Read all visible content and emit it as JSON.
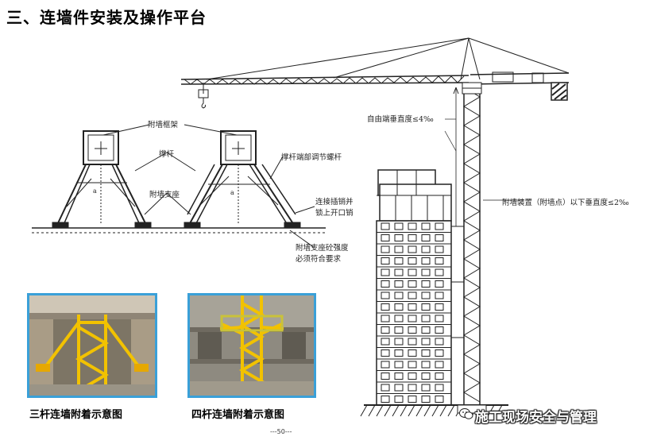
{
  "page_title": "三、连墙件安装及操作平台",
  "labels": {
    "wall_frame": "附墙框架",
    "strut": "撑杆",
    "wall_support": "附墙支座",
    "strut_adjust_bolt": "撑杆端部调节螺杆",
    "connect_pin_line1": "连接插销并",
    "connect_pin_line2": "锁上开口销",
    "support_strength_line1": "附墙支座砼强度",
    "support_strength_line2": "必须符合要求",
    "free_end_verticality": "自由端垂直度≤4‰",
    "below_attach_verticality": "附墙装置（附墙点）以下垂直度≤2‰",
    "dim_a1": "a",
    "dim_a2": "a"
  },
  "photos": {
    "three_rod_caption": "三杆连墙附着示意图",
    "four_rod_caption": "四杆连墙附着示意图"
  },
  "page_number": "---50---",
  "watermark": "施工现场安全与管理",
  "colors": {
    "photo_border": "#3aa0d8",
    "crane_yellow": "#f2c200",
    "concrete": "#9a9486"
  }
}
